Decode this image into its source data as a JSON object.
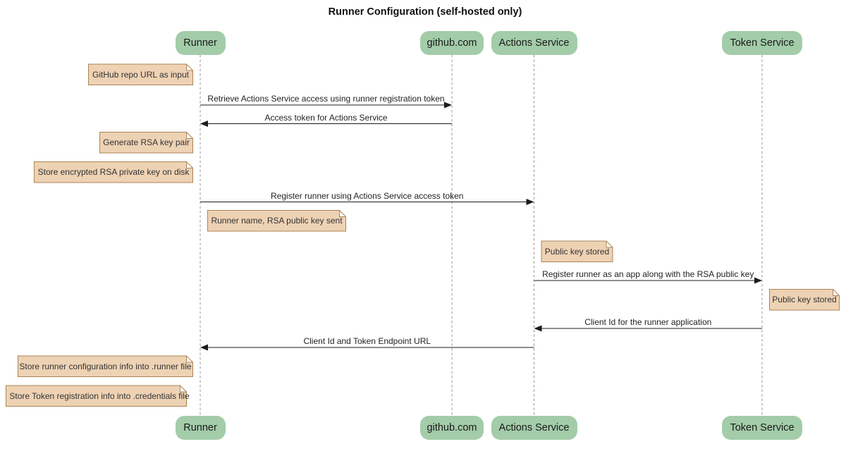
{
  "diagram": {
    "type": "sequence-diagram",
    "title": "Runner Configuration (self-hosted only)",
    "actors": [
      {
        "id": "runner",
        "label": "Runner"
      },
      {
        "id": "github",
        "label": "github.com"
      },
      {
        "id": "actions",
        "label": "Actions Service"
      },
      {
        "id": "token",
        "label": "Token Service"
      }
    ],
    "messages": [
      {
        "from": "runner",
        "to": "github",
        "label": "Retrieve Actions Service access using runner registration token"
      },
      {
        "from": "github",
        "to": "runner",
        "label": "Access token for Actions Service"
      },
      {
        "from": "runner",
        "to": "actions",
        "label": "Register runner using Actions Service access token"
      },
      {
        "from": "actions",
        "to": "token",
        "label": "Register runner as an app along with the RSA public key"
      },
      {
        "from": "token",
        "to": "actions",
        "label": "Client Id for the runner application"
      },
      {
        "from": "actions",
        "to": "runner",
        "label": "Client Id and Token Endpoint URL"
      }
    ],
    "notes": [
      {
        "position": "left of runner",
        "text": "GitHub repo URL as input"
      },
      {
        "position": "left of runner",
        "text": "Generate RSA key pair"
      },
      {
        "position": "left of runner",
        "text": "Store encrypted RSA private key on disk"
      },
      {
        "position": "right of runner",
        "text": "Runner name, RSA public key sent"
      },
      {
        "position": "right of actions",
        "text": "Public key stored"
      },
      {
        "position": "right of token",
        "text": "Public key stored"
      },
      {
        "position": "left of runner",
        "text": "Store runner configuration info into .runner file"
      },
      {
        "position": "left of runner",
        "text": "Store Token registration info into .credentials file"
      }
    ],
    "colors": {
      "actor_fill": "#A3CCA9",
      "actor_text": "#1a1a1a",
      "note_fill": "#EED2B4",
      "note_border": "#A98658",
      "note_text": "#333333",
      "line_color": "#1b1b1b",
      "lifeline_color": "#999999",
      "msg_text": "#222222",
      "title_color": "#111111",
      "background": "#ffffff"
    }
  }
}
